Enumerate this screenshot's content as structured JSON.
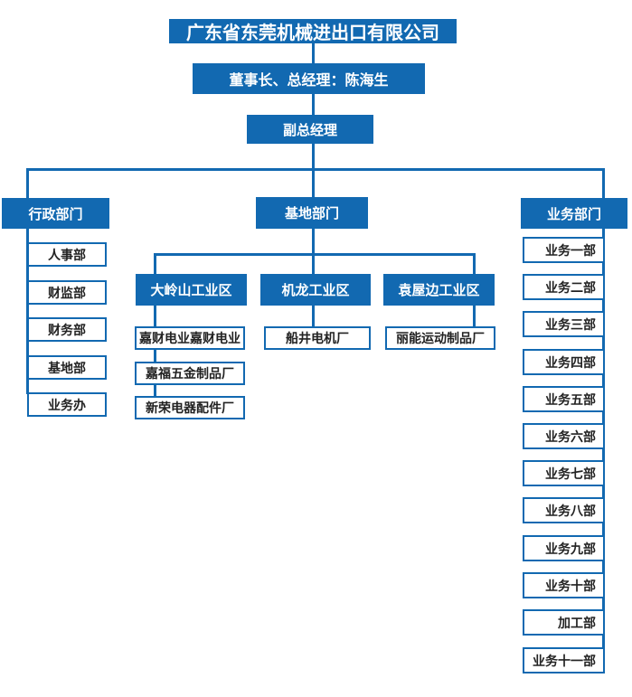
{
  "org": {
    "company": "广东省东莞机械进出口有限公司",
    "chairman": "董事长、总经理：陈海生",
    "deputy_gm": "副总经理",
    "admin": {
      "label": "行政部门",
      "children": [
        "人事部",
        "财监部",
        "财务部",
        "基地部",
        "业务办"
      ]
    },
    "base": {
      "label": "基地部门",
      "zones": [
        {
          "label": "大岭山工业区",
          "children": [
            "嘉财电业嘉财电业",
            "嘉福五金制品厂",
            "新荣电器配件厂"
          ]
        },
        {
          "label": "机龙工业区",
          "children": [
            "船井电机厂"
          ]
        },
        {
          "label": "袁屋边工业区",
          "children": [
            "丽能运动制品厂"
          ]
        }
      ]
    },
    "business": {
      "label": "业务部门",
      "children": [
        "业务一部",
        "业务二部",
        "业务三部",
        "业务四部",
        "业务五部",
        "业务六部",
        "业务七部",
        "业务八部",
        "业务九部",
        "业务十部",
        "加工部",
        "业务十一部"
      ]
    }
  },
  "colors": {
    "accent": "#1269b1",
    "node_text": "#222222",
    "background": "#ffffff"
  }
}
